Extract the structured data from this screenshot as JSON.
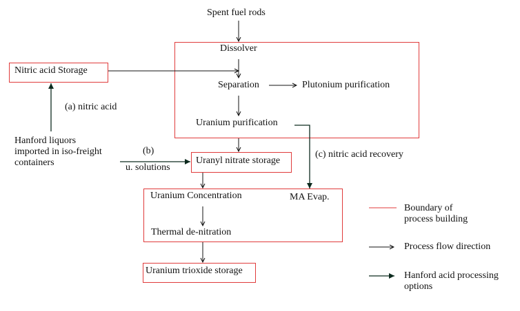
{
  "diagram": {
    "colors": {
      "boundary": "#e03a3a",
      "flow": "#111111",
      "hanford": "#0c2a1e"
    },
    "nodes": {
      "spent_fuel": "Spent fuel rods",
      "dissolver": "Dissolver",
      "separation": "Separation",
      "plutonium": "Plutonium purification",
      "uranium_purification": "Uranium purification",
      "nitric_acid_storage": "Nitric acid Storage",
      "hanford_liquors": [
        "Hanford liquors",
        "imported in iso-freight",
        "containers"
      ],
      "uranyl_nitrate": "Uranyl nitrate storage",
      "uranium_concentration": "Uranium Concentration",
      "ma_evap": "MA Evap.",
      "thermal_denitration": "Thermal de-nitration",
      "uranium_trioxide": "Uranium trioxide storage"
    },
    "edge_labels": {
      "a": "(a) nitric acid",
      "b_top": "(b)",
      "b_bottom": "u. solutions",
      "c": "(c) nitric acid recovery"
    },
    "legend": [
      {
        "symbol": "red-line",
        "text": [
          "Boundary of",
          "process building"
        ]
      },
      {
        "symbol": "open-arrow",
        "text": [
          "Process flow direction"
        ]
      },
      {
        "symbol": "solid-arrow",
        "text": [
          "Hanford acid processing",
          "options"
        ]
      }
    ]
  }
}
